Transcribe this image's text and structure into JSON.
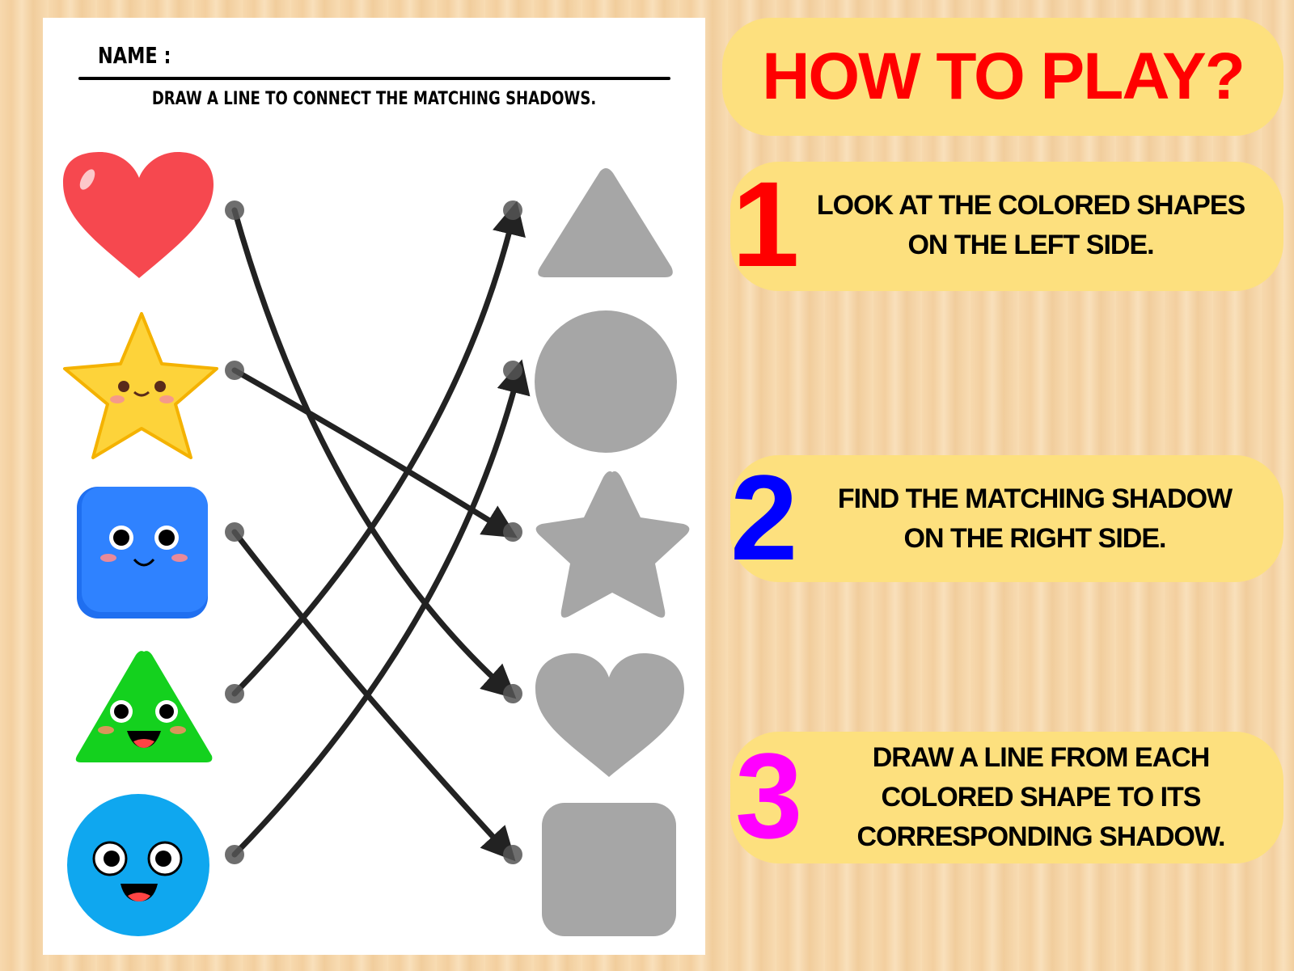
{
  "worksheet": {
    "name_label": "NAME :",
    "instruction": "DRAW A LINE TO CONNECT THE MATCHING SHADOWS.",
    "left_shapes": [
      "heart",
      "star",
      "square",
      "triangle",
      "circle"
    ],
    "right_shadows": [
      "triangle",
      "circle",
      "star",
      "heart",
      "square"
    ],
    "colors": {
      "heart": "#f6484f",
      "star": "#fdd33a",
      "square": "#1f6ff0",
      "triangle": "#14d11e",
      "circle": "#0fa7ef",
      "shadow": "#a6a6a6"
    }
  },
  "how_to_play": {
    "title": "HOW TO PLAY?",
    "steps": [
      {
        "number": "1",
        "color": "#ff0000",
        "line1": "LOOK AT THE COLORED SHAPES",
        "line2": "ON THE LEFT SIDE.",
        "line3": ""
      },
      {
        "number": "2",
        "color": "#0000ff",
        "line1": "FIND THE MATCHING SHADOW",
        "line2": "ON THE RIGHT SIDE.",
        "line3": ""
      },
      {
        "number": "3",
        "color": "#ff00ff",
        "line1": "DRAW A LINE FROM EACH",
        "line2": "COLORED SHAPE TO ITS",
        "line3": "CORRESPONDING SHADOW."
      }
    ]
  }
}
